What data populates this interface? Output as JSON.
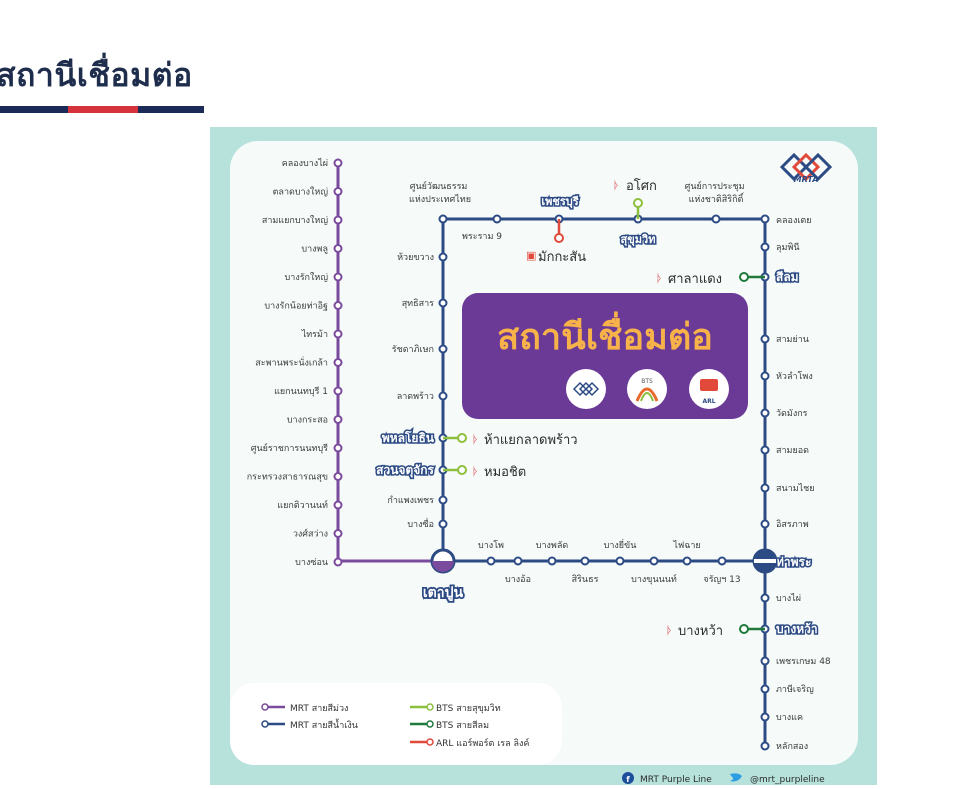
{
  "page": {
    "title": "สถานีเชื่อมต่อ"
  },
  "colors": {
    "purple_line": "#7a4a9c",
    "blue_line": "#2c4a83",
    "bts_sukhumvit": "#8dbf3f",
    "bts_silom": "#1f7a3c",
    "arl": "#e1493b",
    "map_bg": "#b7e2dc",
    "card_bg": "#f6fbfa",
    "center_banner": "#6a3a96",
    "banner_text": "#f7b24a",
    "title_text": "#1f2d4d"
  },
  "map": {
    "center_title": "สถานีเชื่อมต่อ",
    "bts_logo_text": "BTS",
    "arl_logo_text": "ARL",
    "mrta_logo_text": "MRTA",
    "purple_stations": [
      "คลองบางไผ่",
      "ตลาดบางใหญ่",
      "สามแยกบางใหญ่",
      "บางพลู",
      "บางรักใหญ่",
      "บางรักน้อยท่าอิฐ",
      "ไทรม้า",
      "สะพานพระนั่งเกล้า",
      "แยกนนทบุรี 1",
      "บางกระสอ",
      "ศูนย์ราชการนนทบุรี",
      "กระทรวงสาธารณสุข",
      "แยกติวานนท์",
      "วงศ์สว่าง",
      "บางซ่อน"
    ],
    "blue_left": [
      "ห้วยขวาง",
      "สุทธิสาร",
      "รัชดาภิเษก",
      "ลาดพร้าว",
      "พหลโยธิน",
      "สวนจตุจักร",
      "กำแพงเพชร",
      "บางซื่อ"
    ],
    "blue_top": {
      "culture_center": "ศูนย์วัฒนธรรม\nแห่งประเทศไทย",
      "rama9": "พระราม 9",
      "phetchaburi": "เพชรบุรี",
      "sukhumvit": "สุขุมวิท",
      "qsncc": "ศูนย์การประชุม\nแห่งชาติสิริกิติ์",
      "khlong_toei": "คลองเตย"
    },
    "blue_right": [
      "ลุมพินี",
      "สีลม",
      "สามย่าน",
      "หัวลำโพง",
      "วัดมังกร",
      "สามยอด",
      "สนามไชย",
      "อิสรภาพ",
      "ท่าพระ"
    ],
    "blue_bottom_top": [
      "บางโพ",
      "บางพลัด",
      "บางยี่ขัน",
      "ไฟฉาย"
    ],
    "blue_bottom_bottom": [
      "บางอ้อ",
      "สิรินธร",
      "บางขุนนนท์",
      "จรัญฯ 13"
    ],
    "interchange_taopoon": "เตาปูน",
    "blue_tail": [
      "บางไผ่",
      "บางหว้า",
      "เพชรเกษม 48",
      "ภาษีเจริญ",
      "บางแค",
      "หลักสอง"
    ],
    "connections": {
      "asok": "อโศก",
      "makkasan": "มักกะสัน",
      "sala_daeng": "ศาลาแดง",
      "ha_yaek": "ห้าแยกลาดพร้าว",
      "mo_chit": "หมอชิต",
      "bang_wa_bts": "บางหว้า"
    },
    "legend": {
      "mrt_purple": "MRT สายสีม่วง",
      "mrt_blue": "MRT สายสีน้ำเงิน",
      "bts_sukhumvit": "BTS สายสุขุมวิท",
      "bts_silom": "BTS สายสีลม",
      "arl": "ARL แอร์พอร์ต เรล ลิงค์"
    },
    "footer": {
      "facebook": "MRT Purple Line",
      "twitter": "@mrt_purpleline"
    }
  }
}
